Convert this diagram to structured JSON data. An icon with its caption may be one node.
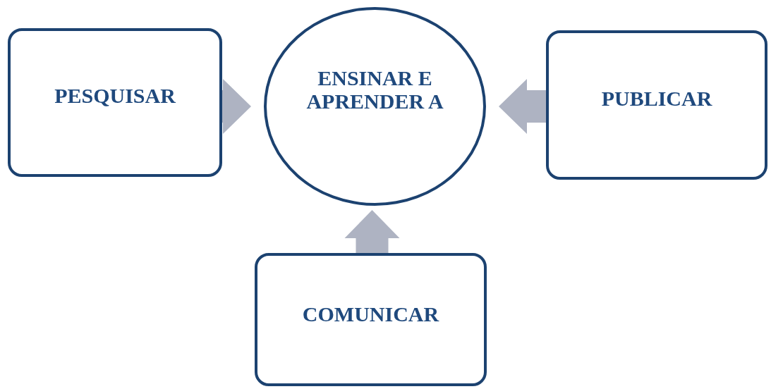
{
  "diagram": {
    "nodes": [
      {
        "text": [
          "PESQUISAR"
        ]
      },
      {
        "text": [
          "ENSINAR E APRENDER A"
        ]
      },
      {
        "text": [
          "PUBLICAR"
        ]
      },
      {
        "text": [
          "COMUNICAR"
        ]
      }
    ],
    "edges": [
      {
        "from": 0,
        "to": 1,
        "arrow": "to"
      },
      {
        "from": 2,
        "to": 1,
        "arrow": "to"
      },
      {
        "from": 3,
        "to": 1,
        "arrow": "to"
      }
    ]
  }
}
